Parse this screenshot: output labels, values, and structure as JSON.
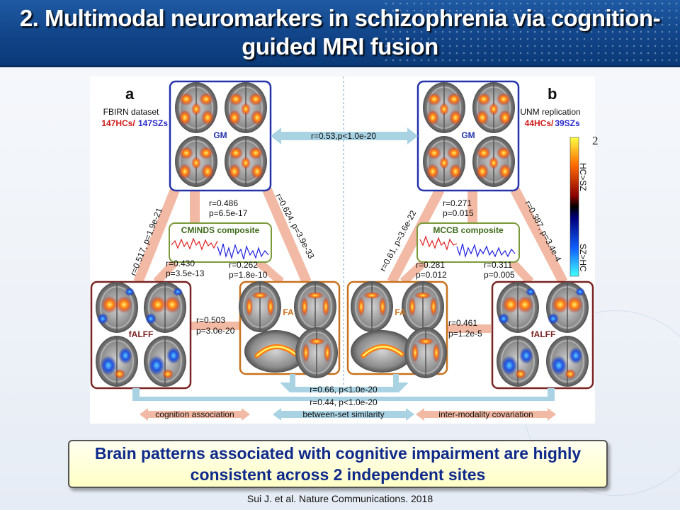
{
  "slide": {
    "title": "2. Multimodal neuromarkers in schizophrenia via cognition-guided MRI fusion",
    "slide_number": "2",
    "callout": "Brain patterns associated with cognitive impairment are highly consistent across 2 independent sites",
    "citation": "Sui J. et al.  Nature Communications. 2018"
  },
  "figure": {
    "panel_a": {
      "letter": "a",
      "dataset": "FBIRN dataset",
      "hc": "147HCs/",
      "sz": "147SZs",
      "gm": "GM",
      "falff": "fALFF",
      "fa": "FA",
      "composite": "CMINDS composite",
      "gm_comp_r": "r=0.486",
      "gm_comp_p": "p=6.5e-17",
      "falff_comp_r": "r=0.430",
      "falff_comp_p": "p=3.5e-13",
      "fa_comp_r": "r=0.262",
      "fa_comp_p": "p=1.8e-10",
      "gm_falff": "r=0.517, p=1.9e-21",
      "gm_fa": "r=0.624, p=3.9e-33",
      "falff_fa_r": "r=0.503",
      "falff_fa_p": "p=3.0e-20"
    },
    "panel_b": {
      "letter": "b",
      "dataset": "UNM replication",
      "hc": "44HCs/",
      "sz": "39SZs",
      "gm": "GM",
      "falff": "fALFF",
      "fa": "FA",
      "composite": "MCCB composite",
      "gm_comp_r": "r=0.271",
      "gm_comp_p": "p=0.015",
      "fa_comp_r": "r=0.281",
      "fa_comp_p": "p=0.012",
      "falff_comp_r": "r=0.311",
      "falff_comp_p": "p=0.005",
      "gm_fa": "r=0.61,  p=3.6e-22",
      "gm_falff": "r=0.387, p=3.4e-4",
      "fa_falff_r": "r=0.461",
      "fa_falff_p": "p=1.2e-5"
    },
    "between_gm": "r=0.53,p<1.0e-20",
    "between_fa": "r=0.66, p<1.0e-20",
    "between_falff": "r=0.44, p<1.0e-20",
    "colorbar_top": "HC>SZ",
    "colorbar_bottom": "SZ>HC",
    "legend": [
      "cognition association",
      "between-set similarity",
      "inter-modality covariation"
    ],
    "colors": {
      "gm_border": "#2233aa",
      "falff_border": "#7a2424",
      "fa_border": "#c8721f",
      "composite_border": "#7b9a3a",
      "cognition_arrow": "#f2b9a4",
      "between_arrow": "#a9d3e3",
      "hc_color": "#d01818",
      "sz_color": "#2a2ad0"
    }
  }
}
